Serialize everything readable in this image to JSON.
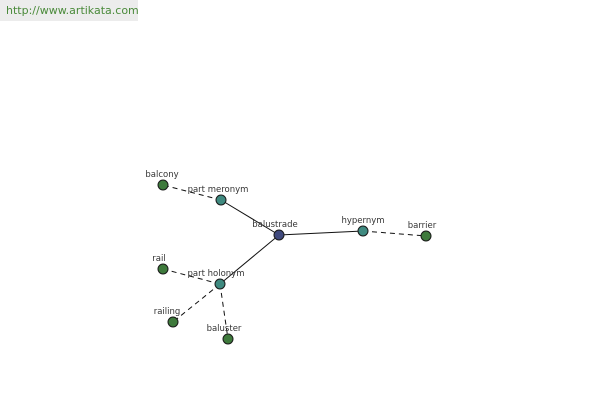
{
  "header": {
    "url": "http://www.artikata.com"
  },
  "colors": {
    "center": "#404a7e",
    "relation": "#3f8a80",
    "leaf": "#3e7a3c",
    "stroke": "#1a1a1a",
    "edge": "#111111"
  },
  "graph": {
    "nodes": {
      "balustrade": "balustrade",
      "part_meronym": "part meronym",
      "part_holonym": "part holonym",
      "hypernym": "hypernym",
      "balcony": "balcony",
      "rail": "rail",
      "railing": "railing",
      "baluster": "baluster",
      "barrier": "barrier"
    }
  }
}
